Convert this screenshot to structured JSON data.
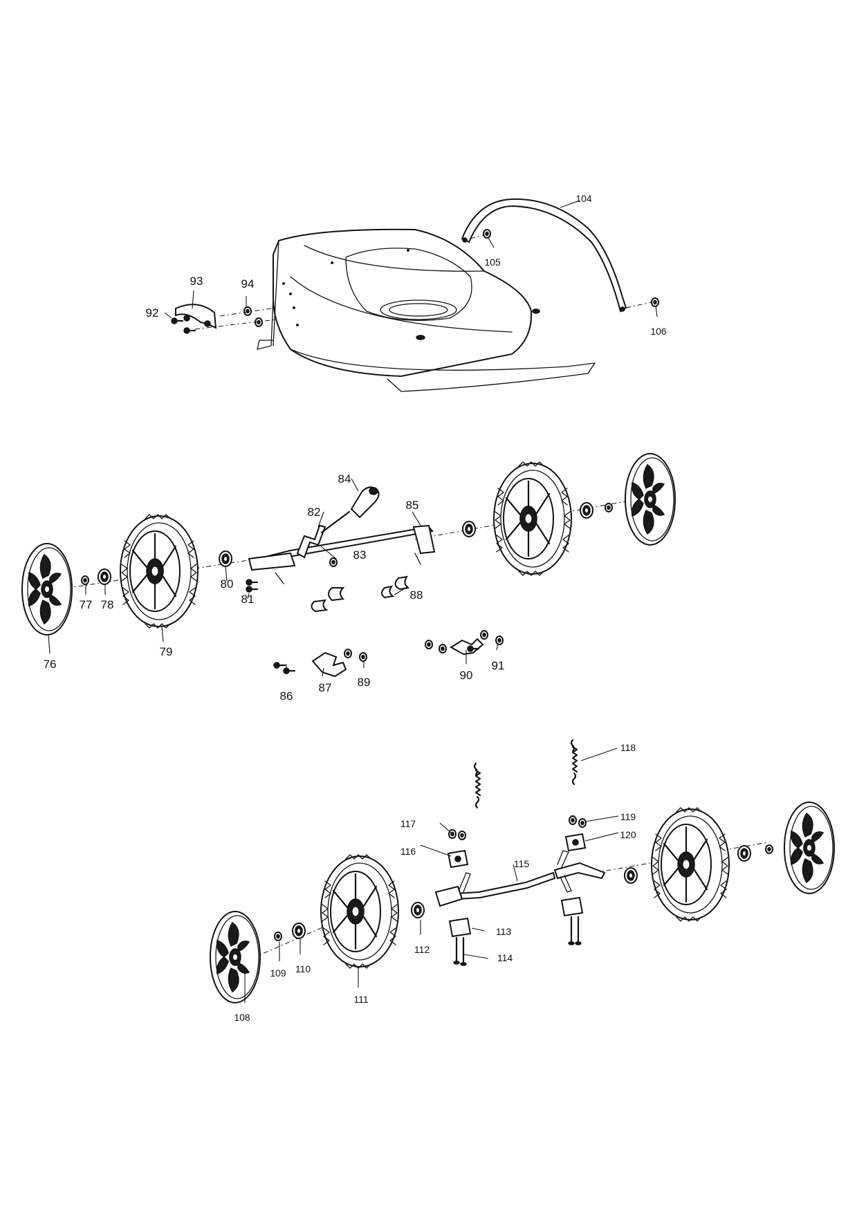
{
  "callouts": {
    "c76": "76",
    "c77": "77",
    "c78": "78",
    "c79": "79",
    "c80": "80",
    "c81": "81",
    "c82": "82",
    "c83": "83",
    "c84": "84",
    "c85": "85",
    "c86": "86",
    "c87": "87",
    "c88": "88",
    "c89": "89",
    "c90": "90",
    "c91": "91",
    "c92": "92",
    "c93": "93",
    "c94": "94",
    "c104": "104",
    "c105": "105",
    "c106": "106",
    "c108": "108",
    "c109": "109",
    "c110": "110",
    "c111": "111",
    "c112": "112",
    "c113": "113",
    "c114": "114",
    "c115": "115",
    "c116": "116",
    "c117": "117",
    "c118": "118",
    "c119": "119",
    "c120": "120"
  },
  "icons": {
    "wheel": "lawn-mower-wheel-icon",
    "hubcap": "hubcap-icon",
    "bearing": "bearing-icon",
    "spring": "spring-icon"
  }
}
